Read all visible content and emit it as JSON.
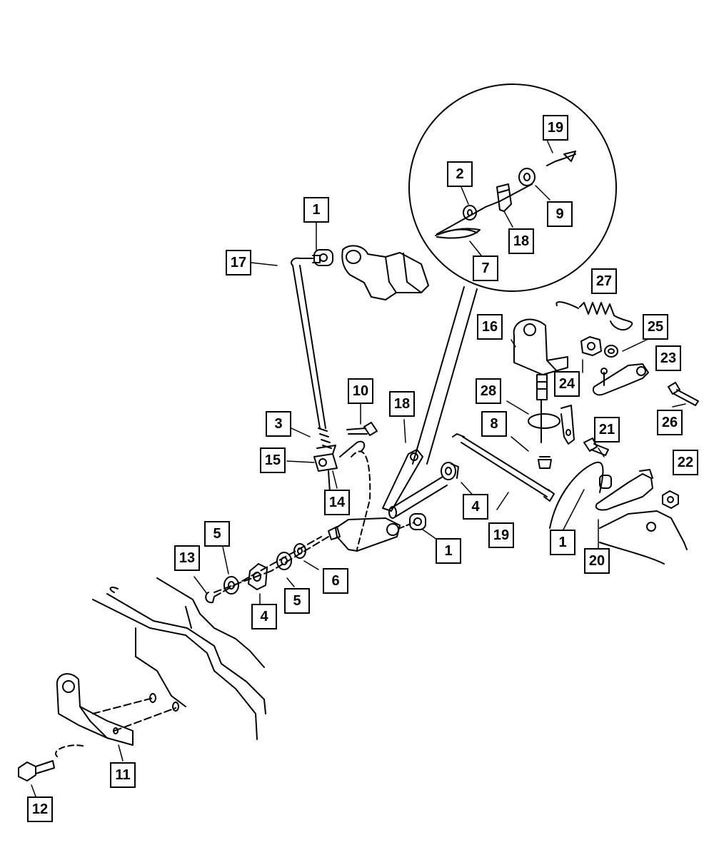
{
  "diagram": {
    "line_color": "#000000",
    "background": "#ffffff",
    "callouts": [
      {
        "id": "c-19-detail",
        "label": "19"
      },
      {
        "id": "c-2-detail",
        "label": "2"
      },
      {
        "id": "c-9-detail",
        "label": "9"
      },
      {
        "id": "c-18-detail",
        "label": "18"
      },
      {
        "id": "c-7-detail",
        "label": "7"
      },
      {
        "id": "c-1-top",
        "label": "1"
      },
      {
        "id": "c-17",
        "label": "17"
      },
      {
        "id": "c-27",
        "label": "27"
      },
      {
        "id": "c-16",
        "label": "16"
      },
      {
        "id": "c-25",
        "label": "25"
      },
      {
        "id": "c-23",
        "label": "23"
      },
      {
        "id": "c-24",
        "label": "24"
      },
      {
        "id": "c-10",
        "label": "10"
      },
      {
        "id": "c-18-main",
        "label": "18"
      },
      {
        "id": "c-28",
        "label": "28"
      },
      {
        "id": "c-26",
        "label": "26"
      },
      {
        "id": "c-3",
        "label": "3"
      },
      {
        "id": "c-8",
        "label": "8"
      },
      {
        "id": "c-21",
        "label": "21"
      },
      {
        "id": "c-15",
        "label": "15"
      },
      {
        "id": "c-22",
        "label": "22"
      },
      {
        "id": "c-14",
        "label": "14"
      },
      {
        "id": "c-4-right",
        "label": "4"
      },
      {
        "id": "c-19-main",
        "label": "19"
      },
      {
        "id": "c-5-top",
        "label": "5"
      },
      {
        "id": "c-1-mid",
        "label": "1"
      },
      {
        "id": "c-1-right",
        "label": "1"
      },
      {
        "id": "c-20",
        "label": "20"
      },
      {
        "id": "c-13",
        "label": "13"
      },
      {
        "id": "c-6",
        "label": "6"
      },
      {
        "id": "c-5-bottom",
        "label": "5"
      },
      {
        "id": "c-4-bottom",
        "label": "4"
      },
      {
        "id": "c-11",
        "label": "11"
      },
      {
        "id": "c-12",
        "label": "12"
      }
    ]
  }
}
